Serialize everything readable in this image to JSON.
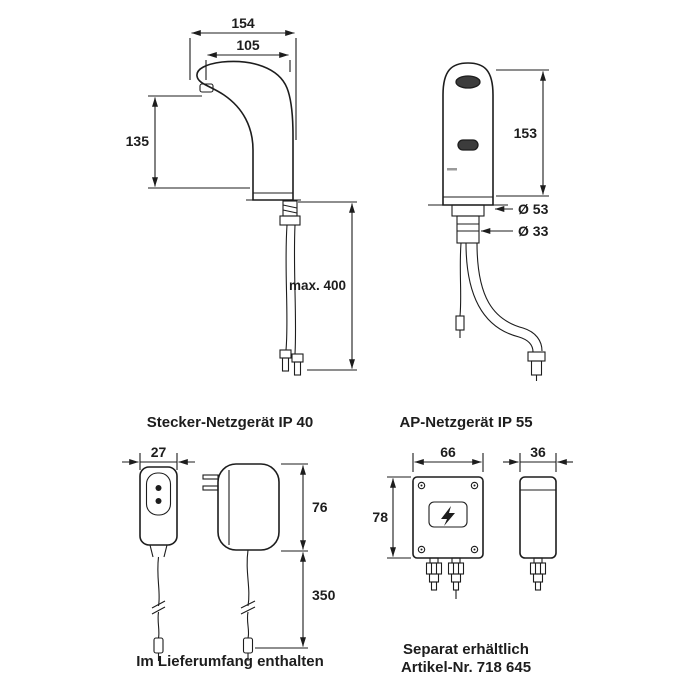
{
  "colors": {
    "background": "#ffffff",
    "line": "#1d1d1d"
  },
  "faucet_side": {
    "dims": {
      "total_projection": "154",
      "spout_projection": "105",
      "outlet_height": "135",
      "max_hose_length": "max. 400"
    }
  },
  "faucet_front": {
    "dims": {
      "height": "153",
      "base_diameter": "Ø 53",
      "shaft_diameter": "Ø 33"
    }
  },
  "plug_psu": {
    "title": "Stecker-Netzgerät IP 40",
    "dims": {
      "width": "27",
      "height": "76",
      "cable_length": "350"
    },
    "note": "Im Lieferumfang enthalten"
  },
  "ap_psu": {
    "title": "AP-Netzgerät IP 55",
    "dims": {
      "width": "66",
      "height": "78",
      "depth": "36"
    },
    "note_line1": "Separat erhältlich",
    "note_line2": "Artikel-Nr. 718 645"
  }
}
